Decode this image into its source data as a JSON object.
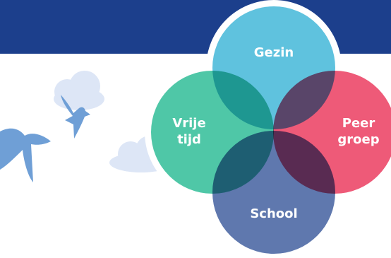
{
  "colors": {
    "banner": "#1c3f8c",
    "cloud": "#dde6f6",
    "bird": "#6f9fd6",
    "gezin": "#5fc2de",
    "vrije_tijd": "#4fc7a7",
    "peergroep": "#ee5a78",
    "school": "#5f78ae"
  },
  "diagram": {
    "type": "venn",
    "circles": [
      {
        "key": "gezin",
        "label_lines": [
          "Gezin"
        ]
      },
      {
        "key": "vrije_tijd",
        "label_lines": [
          "Vrije",
          "tijd"
        ]
      },
      {
        "key": "peergroep",
        "label_lines": [
          "Peer",
          "groep"
        ]
      },
      {
        "key": "school",
        "label_lines": [
          "School"
        ]
      }
    ]
  }
}
